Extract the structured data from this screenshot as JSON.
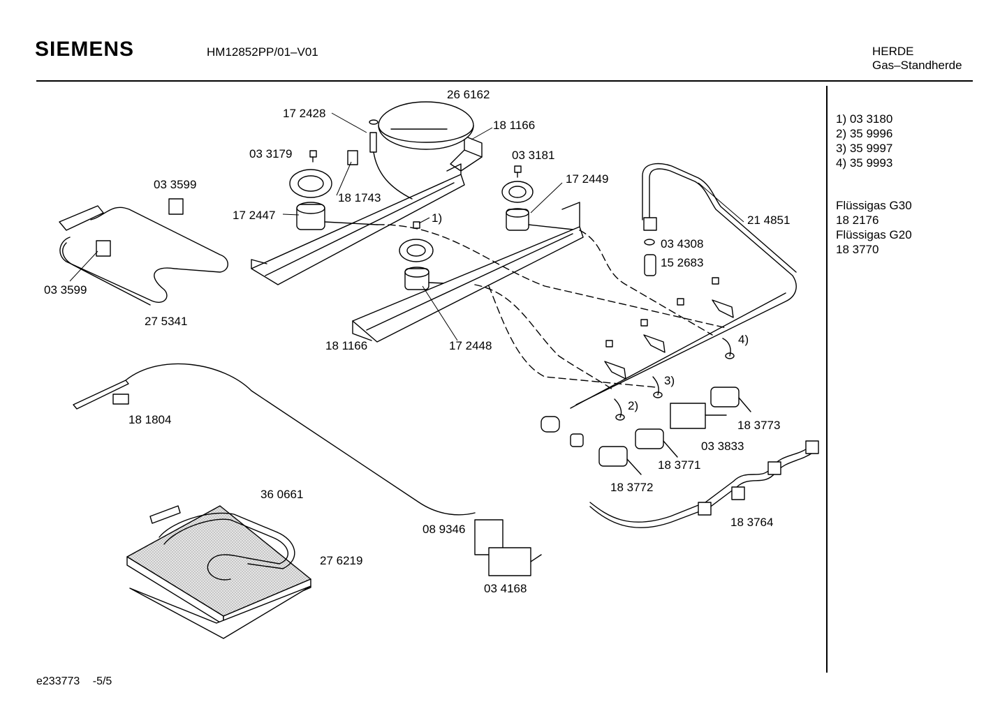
{
  "header": {
    "brand": "SIEMENS",
    "model": "HM12852PP/01–V01",
    "category_line1": "HERDE",
    "category_line2": "Gas–Standherde"
  },
  "footnotes": [
    {
      "label": "1) 03 3180"
    },
    {
      "label": "2) 35 9996"
    },
    {
      "label": "3) 35 9997"
    },
    {
      "label": "4) 35 9993"
    }
  ],
  "gas_notes": [
    {
      "label": "Flüssigas G30"
    },
    {
      "label": "18 2176"
    },
    {
      "label": "Flüssigas G20"
    },
    {
      "label": "18 3770"
    }
  ],
  "parts": {
    "p266162": "26 6162",
    "p172428": "17 2428",
    "p181166a": "18 1166",
    "p033179": "03 3179",
    "p033181": "03 3181",
    "p033599a": "03 3599",
    "p181743": "18 1743",
    "p172449": "17 2449",
    "p172447": "17 2447",
    "c1": "1)",
    "p214851": "21 4851",
    "p034308": "03 4308",
    "p033599b": "03 3599",
    "p152683": "15 2683",
    "p275341": "27 5341",
    "p181166b": "18 1166",
    "p172448": "17 2448",
    "c4": "4)",
    "c3": "3)",
    "c2": "2)",
    "p181804": "18 1804",
    "p183773": "18 3773",
    "p033833": "03 3833",
    "p183771": "18 3771",
    "p183772": "18 3772",
    "p360661": "36 0661",
    "p183764": "18 3764",
    "p089346": "08 9346",
    "p276219": "27 6219",
    "p034168": "03 4168"
  },
  "footer": {
    "doc_id": "e233773",
    "page": "-5/5"
  }
}
